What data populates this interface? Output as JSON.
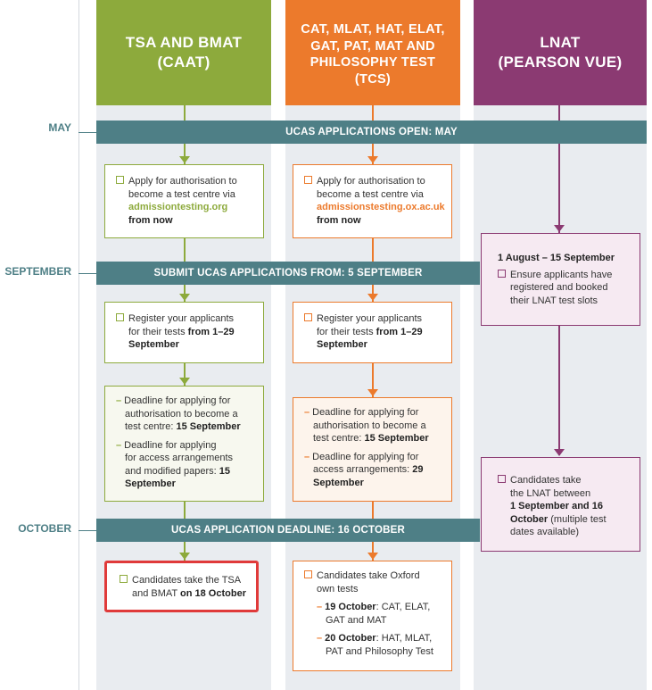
{
  "columns": [
    {
      "id": "caat",
      "title_line1": "TSA AND BMAT",
      "title_line2": "(CAAT)",
      "color": "#8daa3c"
    },
    {
      "id": "tcs",
      "title_line1": "CAT, MLAT, HAT, ELAT,",
      "title_line2": "GAT, PAT, MAT AND",
      "title_line3": "PHILOSOPHY TEST",
      "title_line4": "(TCS)",
      "color": "#ec7a2c"
    },
    {
      "id": "pearson",
      "title_line1": "LNAT",
      "title_line2": "(PEARSON VUE)",
      "color": "#8b3a72"
    }
  ],
  "months": {
    "may": "MAY",
    "september": "SEPTEMBER",
    "october": "OCTOBER"
  },
  "bands": {
    "may": "UCAS APPLICATIONS OPEN: MAY",
    "september": "SUBMIT UCAS APPLICATIONS FROM: 5 SEPTEMBER",
    "october": "UCAS APPLICATION DEADLINE: 16 OCTOBER"
  },
  "caat": {
    "box1": {
      "l1": "Apply for authorisation to",
      "l2": "become a test centre via",
      "link": "admissiontesting.org",
      "l4": "from now"
    },
    "box2": {
      "l1": "Register your applicants",
      "l2a": "for their tests ",
      "l2b": "from 1–29",
      "l3": "September"
    },
    "box3": {
      "a1": "Deadline for applying for",
      "a2": "authorisation to become a",
      "a3a": "test centre: ",
      "a3b": "15 September",
      "b1": "Deadline for applying",
      "b2": "for access arrangements",
      "b3a": "and modified papers: ",
      "b3b": "15",
      "b4": "September"
    },
    "box4": {
      "l1": "Candidates take the TSA",
      "l2a": "and BMAT ",
      "l2b": "on 18 October"
    }
  },
  "tcs": {
    "box1": {
      "l1": "Apply for authorisation to",
      "l2": "become a test centre via",
      "link": "admissionstesting.ox.ac.uk",
      "l4": "from now"
    },
    "box2": {
      "l1": "Register your applicants",
      "l2a": "for their tests ",
      "l2b": "from 1–29",
      "l3": "September"
    },
    "box3": {
      "a1": "Deadline for applying for",
      "a2": "authorisation to become a",
      "a3a": "test centre: ",
      "a3b": "15 September",
      "b1": "Deadline for applying for",
      "b2": "access arrangements: ",
      "b2b": "29",
      "b3": "September"
    },
    "box4": {
      "l1": "Candidates take Oxford",
      "l2": "own tests",
      "a1b": "19 October",
      "a1": ": CAT, ELAT,",
      "a2": "GAT and MAT",
      "b1b": "20 October",
      "b1": ": HAT, MLAT,",
      "b2": "PAT and Philosophy Test"
    }
  },
  "pearson": {
    "box1": {
      "date": "1 August – 15 September",
      "l1": "Ensure applicants have",
      "l2": "registered and booked",
      "l3": "their LNAT test slots"
    },
    "box2": {
      "l1": "Candidates take",
      "l2": "the LNAT between",
      "l3b": "1 September and 16",
      "l4b": "October",
      "l4": " (multiple test",
      "l5": "dates available)"
    }
  },
  "highlight_color": "#e03a3a"
}
